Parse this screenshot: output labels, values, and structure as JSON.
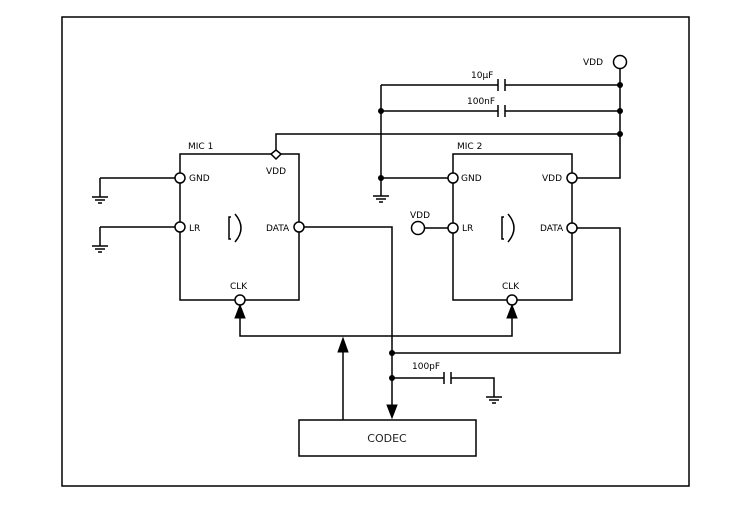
{
  "mic1": {
    "title": "MIC 1",
    "pins": {
      "gnd": "GND",
      "lr": "LR",
      "vdd": "VDD",
      "data": "DATA",
      "clk": "CLK"
    }
  },
  "mic2": {
    "title": "MIC 2",
    "pins": {
      "gnd": "GND",
      "lr": "LR",
      "vdd": "VDD",
      "data": "DATA",
      "clk": "CLK"
    }
  },
  "supply": {
    "vdd_label": "VDD",
    "lr_tie_label": "VDD"
  },
  "capacitors": {
    "c1": "10µF",
    "c2": "100nF",
    "c3": "100pF"
  },
  "codec": {
    "label": "CODEC"
  }
}
